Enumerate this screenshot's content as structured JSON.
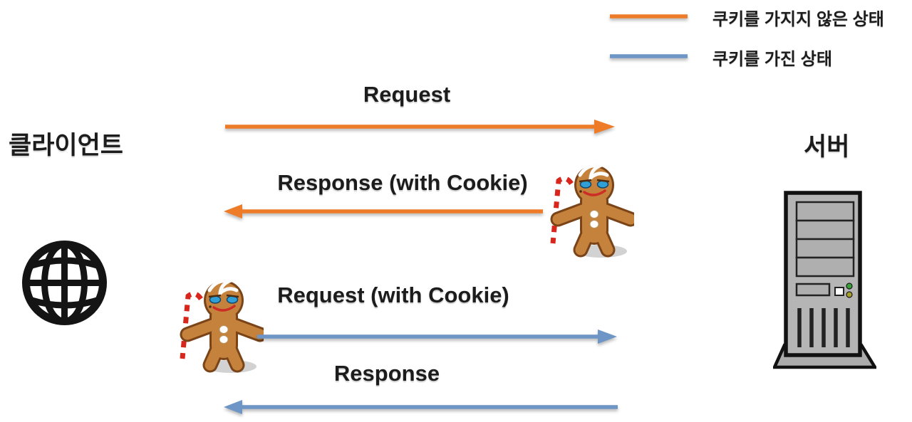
{
  "legend": {
    "items": [
      {
        "label": "쿠키를 가지지 않은 상태",
        "color": "#EE7B28"
      },
      {
        "label": "쿠키를 가진 상태",
        "color": "#6D95C5"
      }
    ]
  },
  "client": {
    "label": "클라이언트",
    "icon": "globe-icon"
  },
  "server": {
    "label": "서버",
    "icon": "server-tower-icon"
  },
  "messages": [
    {
      "label": "Request",
      "direction": "right",
      "state": "no-cookie",
      "color": "#EE7B28",
      "has_cookie_icon": false
    },
    {
      "label": "Response (with Cookie)",
      "direction": "left",
      "state": "no-cookie",
      "color": "#EE7B28",
      "has_cookie_icon": true
    },
    {
      "label": "Request (with Cookie)",
      "direction": "right",
      "state": "has-cookie",
      "color": "#6D95C5",
      "has_cookie_icon": true
    },
    {
      "label": "Response",
      "direction": "left",
      "state": "has-cookie",
      "color": "#6D95C5",
      "has_cookie_icon": false
    }
  ],
  "cookie_icon_name": "gingerbread-cookie-icon"
}
